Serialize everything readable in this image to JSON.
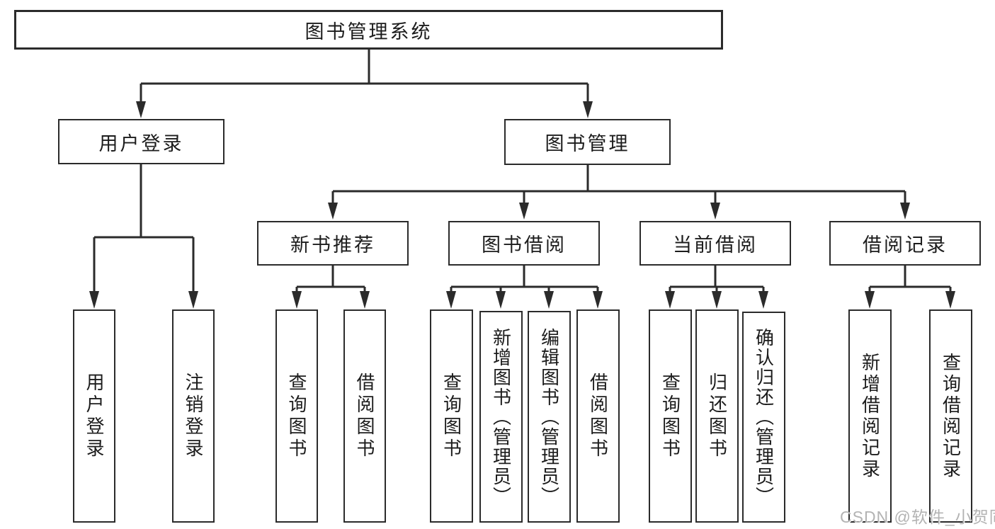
{
  "tree": {
    "root": {
      "label": "图书管理系统"
    },
    "level2": [
      {
        "label": "用户登录"
      },
      {
        "label": "图书管理"
      }
    ],
    "level3": [
      {
        "label": "新书推荐"
      },
      {
        "label": "图书借阅"
      },
      {
        "label": "当前借阅"
      },
      {
        "label": "借阅记录"
      }
    ],
    "leaves": [
      {
        "label": "用户登录"
      },
      {
        "label": "注销登录"
      },
      {
        "label": "查询图书"
      },
      {
        "label": "借阅图书"
      },
      {
        "label": "查询图书"
      },
      {
        "label": "新增图书（管理员）"
      },
      {
        "label": "编辑图书（管理员）"
      },
      {
        "label": "借阅图书"
      },
      {
        "label": "查询图书"
      },
      {
        "label": "归还图书"
      },
      {
        "label": "确认归还（管理员）"
      },
      {
        "label": "新增借阅记录"
      },
      {
        "label": "查询借阅记录"
      }
    ]
  },
  "watermark": {
    "text": "CSDN @软件_小贺同学"
  },
  "colors": {
    "line": "#2b2b2b",
    "box_border": "#2b2b2b",
    "text": "#1c1c1c",
    "watermark": "#b3b3b3",
    "background": "#ffffff"
  }
}
